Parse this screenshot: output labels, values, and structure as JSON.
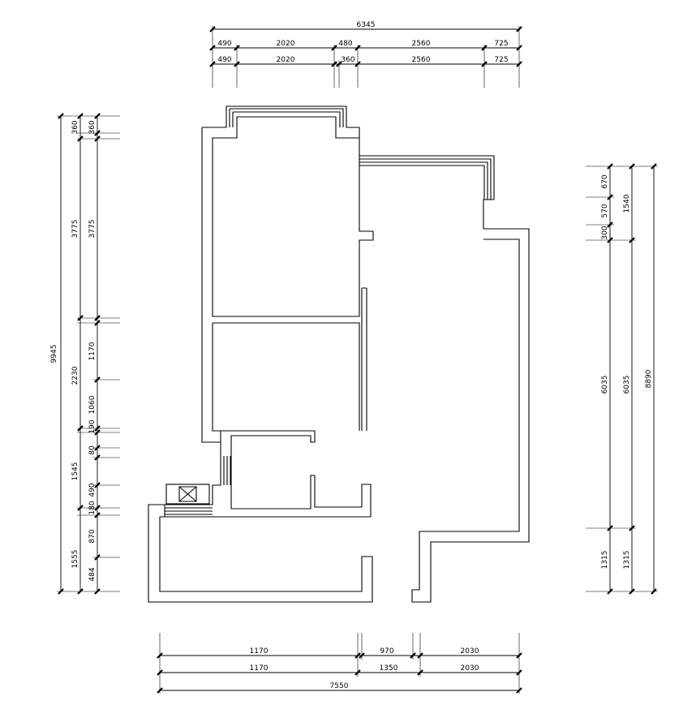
{
  "drawing": {
    "background": "#ffffff",
    "line_color": "#000000"
  },
  "dimensions": {
    "top_total": "6345",
    "top_row1": [
      "490",
      "2020",
      "480",
      "2560",
      "725"
    ],
    "top_row2": [
      "490",
      "2020",
      "360",
      "2560",
      "725"
    ],
    "left_total": "9945",
    "left_outer": [
      "360",
      "3775",
      "2230",
      "1545",
      "1555"
    ],
    "left_inner": [
      "360",
      "3775",
      "1170",
      "1060",
      "190",
      "80",
      "490",
      "180",
      "870",
      "484"
    ],
    "right_outer": [
      "8890"
    ],
    "right_mid": [
      "1540",
      "6035",
      "1315"
    ],
    "right_inner": [
      "670",
      "570",
      "300",
      "6035",
      "1315"
    ],
    "bottom_row1": [
      "1170",
      "970",
      "2030"
    ],
    "bottom_row2": [
      "1170",
      "1350",
      "2030"
    ],
    "bottom_total": "7550"
  }
}
